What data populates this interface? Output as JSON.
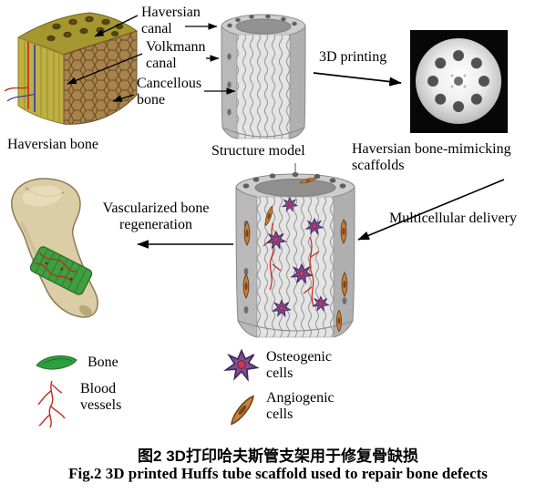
{
  "labels": {
    "haversian_canal": "Haversian\ncanal",
    "volkmann_canal": "Volkmann\ncanal",
    "cancellous_bone": "Cancellous\nbone",
    "haversian_bone": "Haversian bone",
    "structure_model": "Structure model",
    "three_d_printing": "3D printing",
    "scaffolds": "Haversian bone-mimicking\nscaffolds",
    "multicellular_delivery": "Multicellular delivery",
    "vascularized_regeneration": "Vascularized bone\nregeneration"
  },
  "legend": {
    "bone": "Bone",
    "blood_vessels": "Blood\nvessels",
    "osteogenic_cells": "Osteogenic\ncells",
    "angiogenic_cells": "Angiogenic\ncells",
    "icon_names": [
      "bone-icon",
      "blood-vessels-icon",
      "osteogenic-cell-icon",
      "angiogenic-cell-icon"
    ]
  },
  "caption": {
    "zh": "图2 3D打印哈夫斯管支架用于修复骨缺损",
    "en": "Fig.2 3D printed Huffs tube scaffold used to repair bone defects"
  },
  "colors": {
    "bone_top": "#a59630",
    "bone_front": "#beb043",
    "cancellous_brown": "#a8834c",
    "scaffold_gray": "#b9b9b9",
    "photo_background": "#070707",
    "vessel_red": "#c5281c",
    "vessel_blue": "#2a35c0",
    "regenerated_bone_green": "#3f9e3f",
    "osteogenic_purple": "#7d4f93",
    "angiogenic_orange": "#c8813d",
    "text": "#000000"
  }
}
